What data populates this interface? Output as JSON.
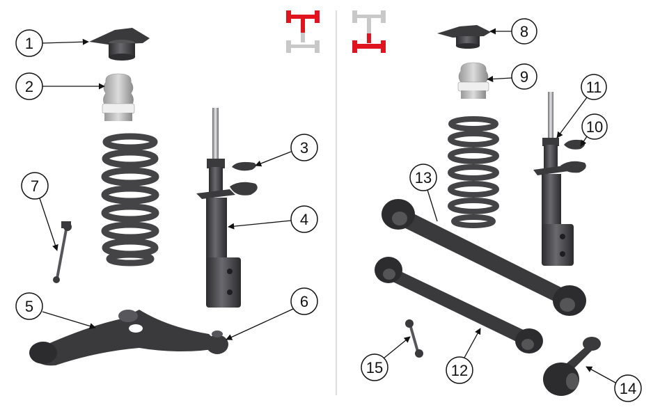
{
  "diagram": {
    "front_axle_indicator": {
      "icon": "chassis-front-axle-highlighted-icon",
      "highlight_color": "#e0141e",
      "muted_color": "#c8c8c8"
    },
    "rear_axle_indicator": {
      "icon": "chassis-rear-axle-highlighted-icon",
      "highlight_color": "#e0141e",
      "muted_color": "#c8c8c8"
    },
    "colors": {
      "part_dark": "#3a3a3c",
      "part_mid": "#5a5a5e",
      "part_light": "#8a8a8e",
      "bumper_light": "#e6e6e6",
      "divider": "#c8c8c8"
    },
    "callouts": [
      {
        "id": "c1",
        "label": "1"
      },
      {
        "id": "c2",
        "label": "2"
      },
      {
        "id": "c3",
        "label": "3"
      },
      {
        "id": "c4",
        "label": "4"
      },
      {
        "id": "c5",
        "label": "5"
      },
      {
        "id": "c6",
        "label": "6"
      },
      {
        "id": "c7",
        "label": "7"
      },
      {
        "id": "c8",
        "label": "8"
      },
      {
        "id": "c9",
        "label": "9"
      },
      {
        "id": "c10",
        "label": "10"
      },
      {
        "id": "c11",
        "label": "11"
      },
      {
        "id": "c12",
        "label": "12"
      },
      {
        "id": "c13",
        "label": "13"
      },
      {
        "id": "c14",
        "label": "14"
      },
      {
        "id": "c15",
        "label": "15"
      }
    ]
  }
}
